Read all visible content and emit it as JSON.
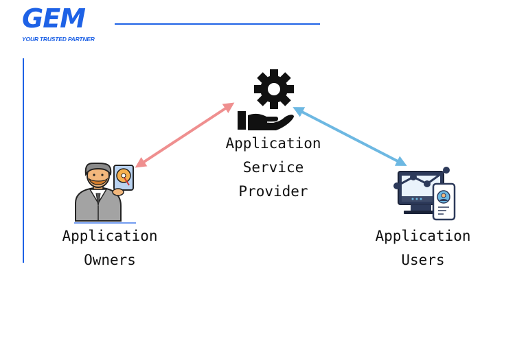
{
  "logo": {
    "wordmark": "GEM",
    "tagline": "YOUR TRUSTED PARTNER"
  },
  "nodes": {
    "provider": {
      "line1": "Application",
      "line2": "Service",
      "line3": "Provider"
    },
    "owners": {
      "line1": "Application",
      "line2": "Owners"
    },
    "users": {
      "line1": "Application",
      "line2": "Users"
    }
  },
  "colors": {
    "brand_blue": "#1e62e6",
    "owner_arrow": "#ef8f8f",
    "user_arrow": "#6db8e2",
    "icon_dark": "#111111"
  },
  "icons": {
    "provider": "gear-in-hand-icon",
    "owners": "person-with-disk-icon",
    "users": "analytics-dashboard-icon"
  }
}
